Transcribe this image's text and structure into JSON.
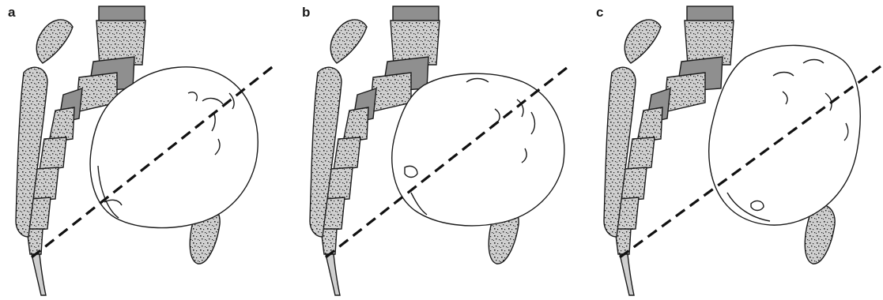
{
  "figure": {
    "panels": [
      {
        "label": "a",
        "head": "rotated-left"
      },
      {
        "label": "b",
        "head": "transverse"
      },
      {
        "label": "c",
        "head": "rotated-right"
      }
    ]
  },
  "colors": {
    "bone_fill": "#cfcfcf",
    "disc_fill": "#8f8f8f",
    "stroke": "#1a1a1a",
    "head_fill": "#ffffff",
    "axis_line": "#111111"
  }
}
